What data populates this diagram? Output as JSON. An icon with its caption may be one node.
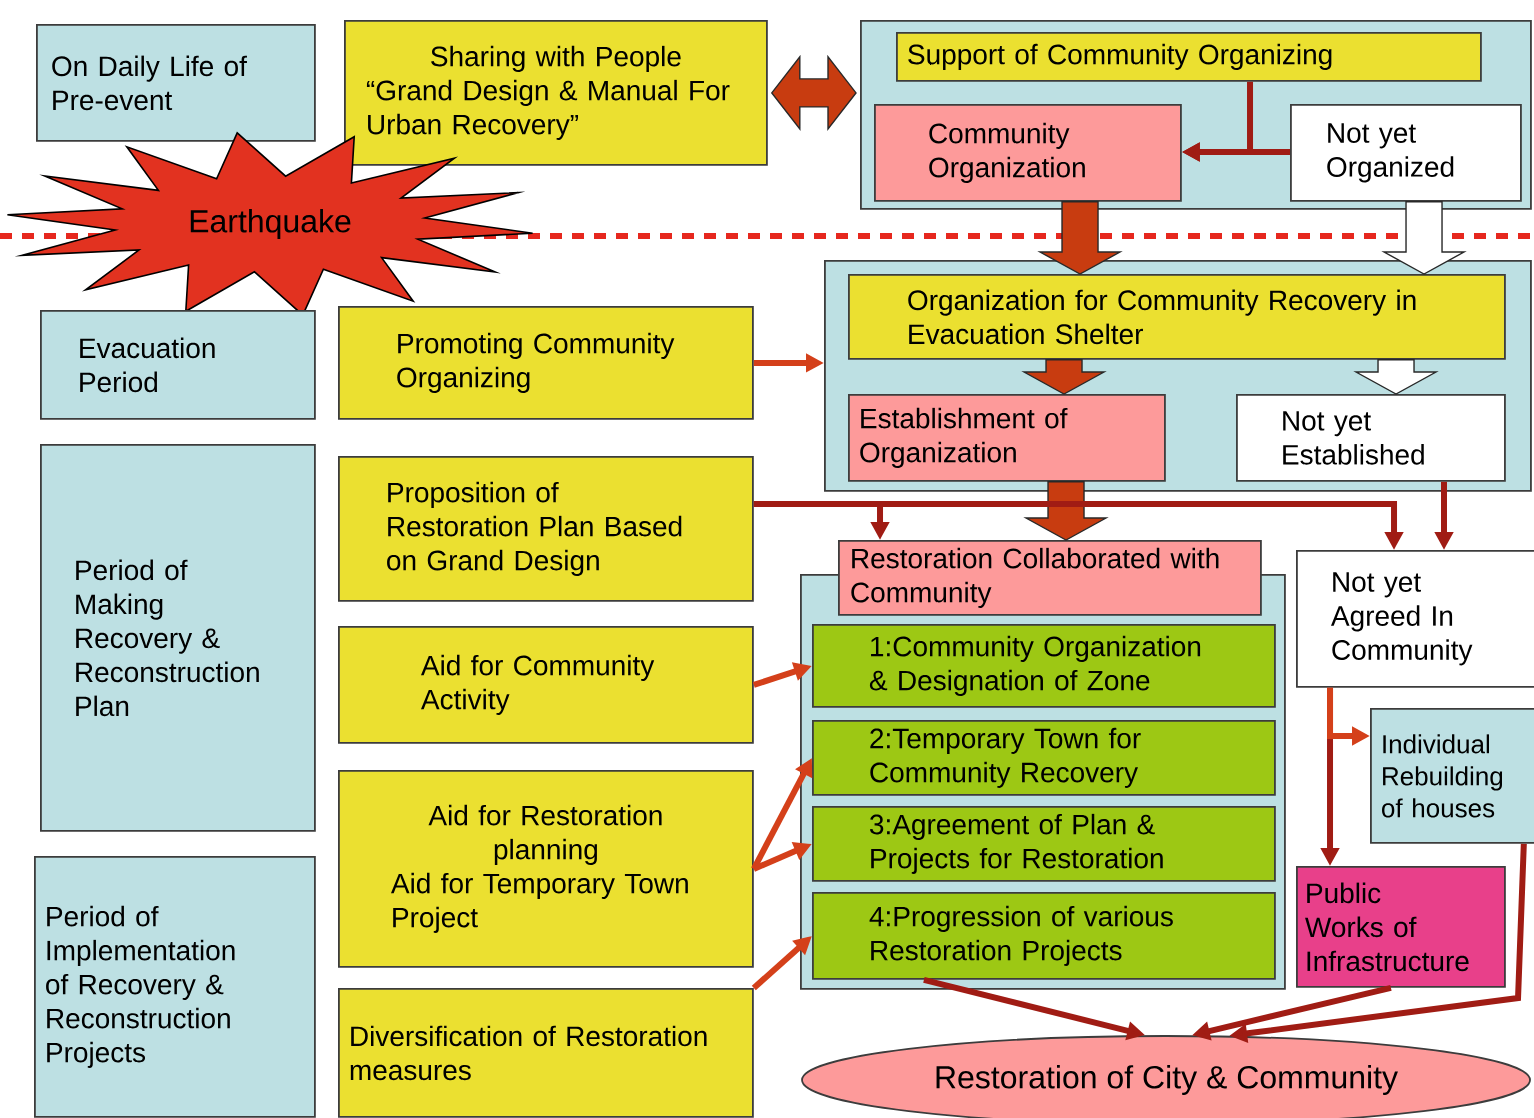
{
  "diagram": {
    "nodes": [
      {
        "text": [
          "On Daily Life of Pre-event"
        ]
      },
      {
        "text": [
          "Sharing with People",
          "“Grand Design & Manual For Urban Recovery”"
        ]
      },
      {
        "text": [],
        "shape": "box"
      },
      {
        "text": [
          "Support of Community Organizing"
        ],
        "in": 2
      },
      {
        "text": [
          "Community Organization"
        ],
        "in": 2
      },
      {
        "text": [
          "Not yet Organized"
        ],
        "in": 2
      },
      {
        "text": [
          "Earthquake"
        ]
      },
      {
        "text": [
          "Evacuation Period"
        ]
      },
      {
        "text": [
          "Promoting Community Organizing"
        ]
      },
      {
        "text": [],
        "shape": "box"
      },
      {
        "text": [
          "Organization for Community Recovery in Evacuation Shelter"
        ],
        "in": 9
      },
      {
        "text": [
          "Establishment of Organization"
        ],
        "in": 9
      },
      {
        "text": [
          "Not yet Established"
        ],
        "in": 9
      },
      {
        "text": [
          "Period of Making Recovery & Reconstruction Plan"
        ]
      },
      {
        "text": [
          "Proposition of Restoration Plan Based on Grand Design"
        ]
      },
      {
        "text": [],
        "shape": "box"
      },
      {
        "text": [
          "Restoration Collaborated with Community"
        ]
      },
      {
        "text": [
          "1:Community Organization & Designation of Zone"
        ],
        "in": 15
      },
      {
        "text": [
          "Aid for Community Activity"
        ]
      },
      {
        "text": [
          "Not yet Agreed In Community"
        ]
      },
      {
        "text": [
          "2:Temporary Town for Community Recovery"
        ],
        "in": 15
      },
      {
        "text": [
          "Individual Rebuilding of houses"
        ]
      },
      {
        "text": [
          "Aid for Restoration planning",
          "Aid for Temporary Town Project"
        ]
      },
      {
        "text": [
          "3:Agreement of Plan & Projects for Restoration"
        ],
        "in": 15
      },
      {
        "text": [
          "Period of Implementation of Recovery & Reconstruction Projects"
        ]
      },
      {
        "text": [
          "4:Progression of various Restoration Projects"
        ],
        "in": 15
      },
      {
        "text": [
          "Public Works of Infrastructure"
        ]
      },
      {
        "text": [
          "Diversification of Restoration measures"
        ]
      },
      {
        "text": [
          "Restoration of City & Community"
        ]
      }
    ],
    "edges": [
      {
        "from": 1,
        "to": 2,
        "arrow": "both",
        "style": "thick",
        "color": "#c83c10"
      },
      {
        "from": 3,
        "to": 4,
        "arrow": "to"
      },
      {
        "from": 5,
        "to": 4,
        "arrow": "to"
      },
      {
        "from": 4,
        "to": 10,
        "arrow": "to",
        "style": "thick",
        "color": "#c83c10"
      },
      {
        "from": 5,
        "to": 10,
        "arrow": "to",
        "style": "thick",
        "color": "#ffffff"
      },
      {
        "from": 8,
        "to": 9,
        "arrow": "to",
        "color": "#d4401a"
      },
      {
        "from": 10,
        "to": 11,
        "arrow": "to",
        "style": "thick",
        "color": "#c83c10"
      },
      {
        "from": 10,
        "to": 12,
        "arrow": "to",
        "style": "thick",
        "color": "#ffffff"
      },
      {
        "from": 11,
        "to": 16,
        "arrow": "to",
        "style": "thick",
        "color": "#c83c10"
      },
      {
        "from": 14,
        "to": 16,
        "arrow": "to"
      },
      {
        "from": 14,
        "to": 19,
        "arrow": "to"
      },
      {
        "from": 12,
        "to": 19,
        "arrow": "to"
      },
      {
        "from": 18,
        "to": 17,
        "arrow": "to",
        "color": "#d4401a"
      },
      {
        "from": 22,
        "to": 20,
        "arrow": "to",
        "color": "#d4401a"
      },
      {
        "from": 22,
        "to": 23,
        "arrow": "to",
        "color": "#d4401a"
      },
      {
        "from": 27,
        "to": 25,
        "arrow": "to",
        "color": "#d4401a"
      },
      {
        "from": 19,
        "to": 26,
        "arrow": "to"
      },
      {
        "from": 19,
        "to": 21,
        "arrow": "to",
        "color": "#d4401a"
      },
      {
        "from": 25,
        "to": 28,
        "arrow": "to"
      },
      {
        "from": 26,
        "to": 28,
        "arrow": "to"
      },
      {
        "from": 21,
        "to": 28,
        "arrow": "to"
      }
    ]
  }
}
